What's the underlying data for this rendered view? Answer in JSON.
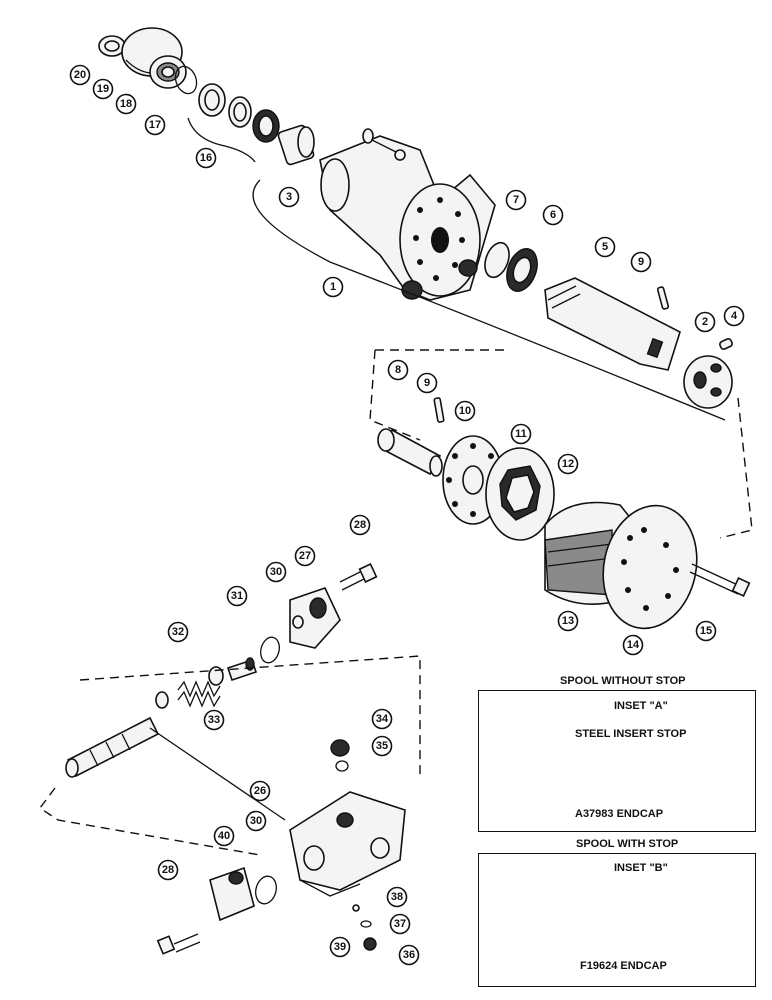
{
  "callouts": [
    "1",
    "2",
    "3",
    "4",
    "5",
    "6",
    "7",
    "8",
    "9",
    "10",
    "11",
    "12",
    "13",
    "14",
    "15",
    "16",
    "17",
    "18",
    "19",
    "20",
    "26",
    "27",
    "28",
    "30",
    "31",
    "32",
    "33",
    "34",
    "35",
    "36",
    "37",
    "38",
    "39",
    "40"
  ],
  "inset_a": {
    "heading": "SPOOL WITHOUT STOP",
    "title": "INSET \"A\"",
    "label_stop": "STEEL INSERT STOP",
    "label_endcap": "A37983 ENDCAP"
  },
  "inset_b": {
    "heading": "SPOOL WITH STOP",
    "title": "INSET \"B\"",
    "label_endcap": "F19624 ENDCAP"
  }
}
